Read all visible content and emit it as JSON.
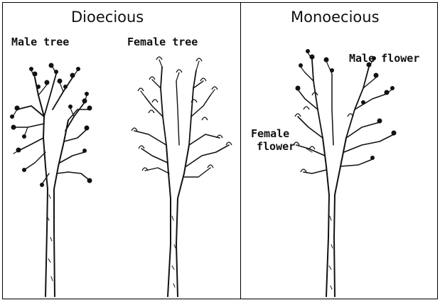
{
  "left_panel": {
    "heading": "Dioecious",
    "tree_a_label": "Male tree",
    "tree_b_label": "Female tree"
  },
  "right_panel": {
    "heading": "Monoecious",
    "label_male": "Male flower",
    "label_female_line1": "Female",
    "label_female_line2": "flower"
  },
  "colors": {
    "ink": "#111111",
    "background": "#ffffff"
  }
}
